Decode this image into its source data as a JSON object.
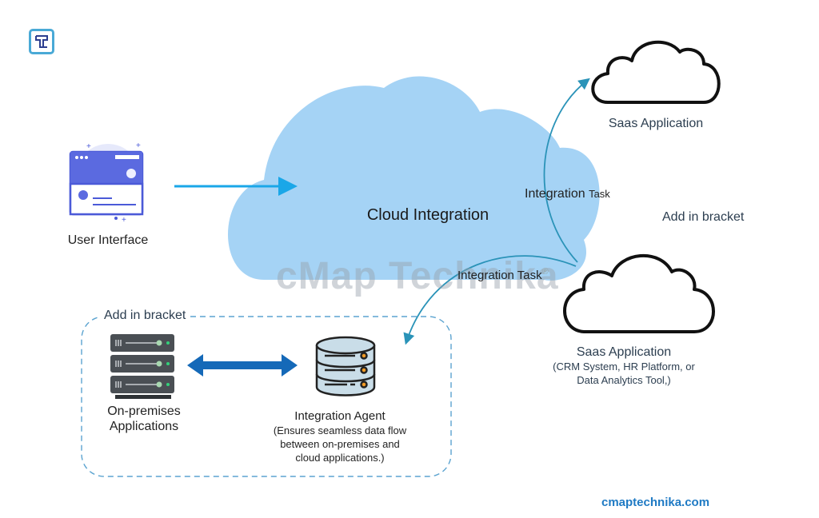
{
  "logo": {
    "icon": "technika-t-logo",
    "color": "#49a9d6"
  },
  "nodes": {
    "user_interface": {
      "label": "User Interface",
      "icon": "web-ui-icon"
    },
    "cloud_integration": {
      "label": "Cloud Integration",
      "fill": "#a5d3f5"
    },
    "saas_top": {
      "label": "Saas Application",
      "icon": "cloud-outline-icon"
    },
    "saas_bottom": {
      "label": "Saas Application",
      "detail_line1": "(CRM System, HR Platform, or",
      "detail_line2": "Data Analytics Tool,)",
      "icon": "cloud-outline-icon"
    },
    "on_premises": {
      "label_line1": "On-premises",
      "label_line2": "Applications",
      "icon": "server-rack-icon"
    },
    "integration_agent": {
      "label": "Integration Agent",
      "detail_line1": "(Ensures seamless data flow",
      "detail_line2": "between on-premises and",
      "detail_line3": "cloud applications.)",
      "icon": "database-icon"
    }
  },
  "edges": {
    "task_up": {
      "label_main": "Integration",
      "label_small": "Task"
    },
    "task_down": {
      "label": "Integration Task"
    }
  },
  "annotations": {
    "bracket_right": "Add in bracket",
    "bracket_left": "Add in bracket",
    "watermark": "cMap Technika",
    "registered": "®"
  },
  "footer": {
    "site": "cmaptechnika.com"
  },
  "colors": {
    "arrow_light": "#1aa7e8",
    "arrow_teal": "#2a93b8",
    "arrow_bidirectional": "#1569b8",
    "dashed_border": "#5ba3d0"
  }
}
